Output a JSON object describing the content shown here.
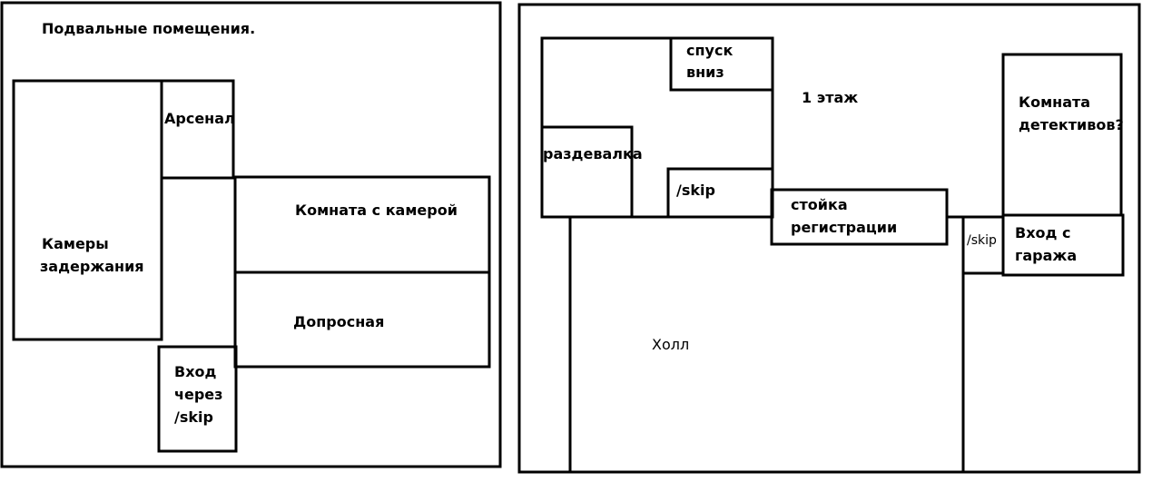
{
  "basement": {
    "title": "Подвальные помещения.",
    "rooms": {
      "arsenal": "Арсенал",
      "camera_room": "Комната с камерой",
      "holding_cells": [
        "Камеры",
        "задержания"
      ],
      "interrogation": "Допросная",
      "entrance": [
        "Вход",
        "через",
        "/skip"
      ]
    }
  },
  "first_floor": {
    "title": "1 этаж",
    "rooms": {
      "stairs_down": [
        "спуск",
        "вниз"
      ],
      "locker_room": "раздевалка",
      "skip_top": "/skip",
      "reception": [
        "стойка",
        "регистрации"
      ],
      "detectives_room": [
        "Комната",
        "детективов?"
      ],
      "skip_right": "/skip",
      "garage_entrance": [
        "Вход с",
        "гаража"
      ],
      "hall": "Холл"
    }
  },
  "colors": {
    "ink": "#000000",
    "paper": "#ffffff"
  }
}
